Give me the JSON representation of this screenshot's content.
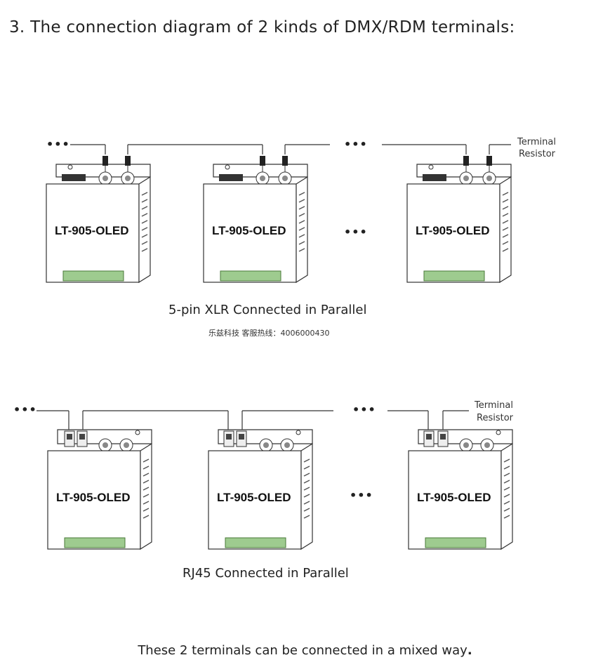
{
  "heading": "3. The connection diagram of 2 kinds of DMX/RDM terminals:",
  "xlr_section": {
    "caption": "5-pin XLR Connected in Parallel",
    "note": "乐兹科技 客服热线：4006000430",
    "device_label": "LT-905-OLED",
    "terminal_label_line1": "Terminal",
    "terminal_label_line2": "Resistor",
    "ellipsis": "•••"
  },
  "rj45_section": {
    "caption": "RJ45 Connected in Parallel",
    "device_label": "LT-905-OLED",
    "terminal_label_line1": "Terminal",
    "terminal_label_line2": "Resistor",
    "ellipsis": "•••"
  },
  "footer": {
    "text": "These 2 terminals can be connected in a mixed way",
    "end_mark": "."
  }
}
